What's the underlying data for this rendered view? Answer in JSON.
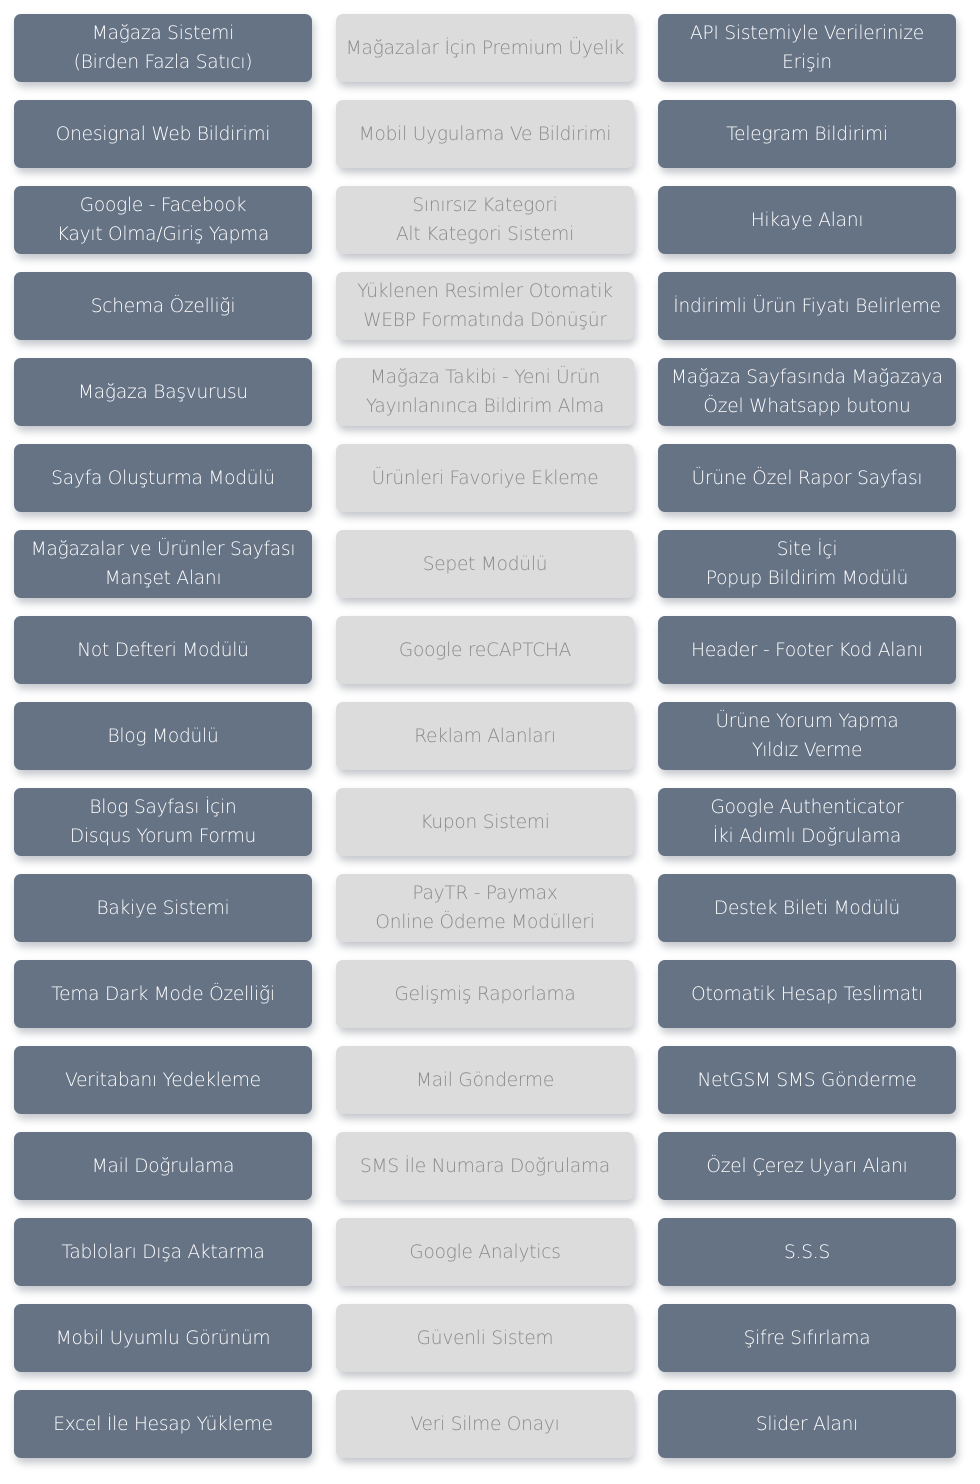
{
  "colors": {
    "dark_card": "#667385",
    "light_card": "#dcdcdc",
    "light_text": "#8a8a8a",
    "dark_text": "#ffffff"
  },
  "rows": [
    [
      "Mağaza Sistemi\n(Birden Fazla Satıcı)",
      "Mağazalar İçin Premium Üyelik",
      "API Sistemiyle Verilerinize Erişin"
    ],
    [
      "Onesignal Web Bildirimi",
      "Mobil Uygulama Ve Bildirimi",
      "Telegram Bildirimi"
    ],
    [
      "Google - Facebook\nKayıt Olma/Giriş Yapma",
      "Sınırsız Kategori\nAlt Kategori Sistemi",
      "Hikaye Alanı"
    ],
    [
      "Schema Özelliği",
      "Yüklenen Resimler Otomatik\nWEBP Formatında Dönüşür",
      "İndirimli Ürün Fiyatı Belirleme"
    ],
    [
      "Mağaza Başvurusu",
      "Mağaza Takibi - Yeni Ürün\nYayınlanınca Bildirim Alma",
      "Mağaza Sayfasında Mağazaya\nÖzel Whatsapp butonu"
    ],
    [
      "Sayfa Oluşturma Modülü",
      "Ürünleri Favoriye Ekleme",
      "Ürüne Özel Rapor Sayfası"
    ],
    [
      "Mağazalar ve Ürünler Sayfası\nManşet Alanı",
      "Sepet Modülü",
      "Site İçi\nPopup Bildirim Modülü"
    ],
    [
      "Not Defteri Modülü",
      "Google reCAPTCHA",
      "Header - Footer Kod Alanı"
    ],
    [
      "Blog Modülü",
      "Reklam Alanları",
      "Ürüne Yorum Yapma\nYıldız Verme"
    ],
    [
      "Blog Sayfası İçin\nDisqus Yorum Formu",
      "Kupon Sistemi",
      "Google Authenticator\nİki Adımlı Doğrulama"
    ],
    [
      "Bakiye Sistemi",
      "PayTR - Paymax\nOnline Ödeme Modülleri",
      "Destek Bileti Modülü"
    ],
    [
      "Tema Dark Mode Özelliği",
      "Gelişmiş Raporlama",
      "Otomatik Hesap Teslimatı"
    ],
    [
      "Veritabanı Yedekleme",
      "Mail Gönderme",
      "NetGSM SMS Gönderme"
    ],
    [
      "Mail Doğrulama",
      "SMS İle Numara Doğrulama",
      "Özel Çerez Uyarı Alanı"
    ],
    [
      "Tabloları Dışa Aktarma",
      "Google Analytics",
      "S.S.S"
    ],
    [
      "Mobil Uyumlu Görünüm",
      "Güvenli Sistem",
      "Şifre Sıfırlama"
    ],
    [
      "Excel İle Hesap Yükleme",
      "Veri Silme Onayı",
      "Slider Alanı"
    ]
  ]
}
